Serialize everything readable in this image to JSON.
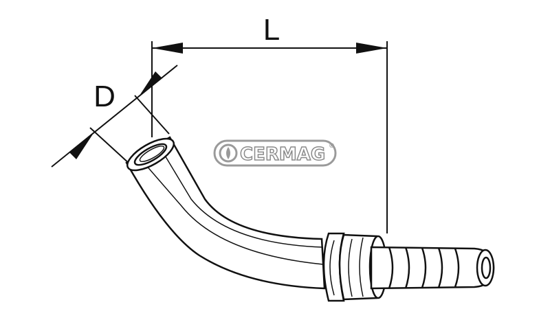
{
  "diagram": {
    "dimension_labels": {
      "length": "L",
      "diameter": "D"
    },
    "watermark": {
      "text": "CERMAG",
      "registered": "®"
    }
  },
  "colors": {
    "line": "#111111",
    "background": "#ffffff",
    "watermark": "#9a9a9a"
  }
}
